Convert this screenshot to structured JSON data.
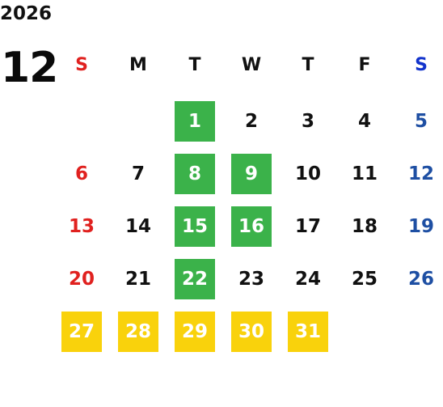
{
  "year": "2026",
  "month": "12",
  "colors": {
    "text": "#111111",
    "sunday": "#e0211f",
    "saturday": "#1e4fa3",
    "saturday_header": "#1233cc",
    "green": "#3bb24a",
    "yellow": "#f9d20c",
    "white": "#ffffff"
  },
  "weekdays": [
    "S",
    "M",
    "T",
    "W",
    "T",
    "F",
    "S"
  ],
  "weeks": [
    [
      {
        "day": ""
      },
      {
        "day": ""
      },
      {
        "day": "1",
        "highlight": "green"
      },
      {
        "day": "2"
      },
      {
        "day": "3"
      },
      {
        "day": "4"
      },
      {
        "day": "5"
      }
    ],
    [
      {
        "day": "6"
      },
      {
        "day": "7"
      },
      {
        "day": "8",
        "highlight": "green"
      },
      {
        "day": "9",
        "highlight": "green"
      },
      {
        "day": "10"
      },
      {
        "day": "11"
      },
      {
        "day": "12"
      }
    ],
    [
      {
        "day": "13"
      },
      {
        "day": "14"
      },
      {
        "day": "15",
        "highlight": "green"
      },
      {
        "day": "16",
        "highlight": "green"
      },
      {
        "day": "17"
      },
      {
        "day": "18"
      },
      {
        "day": "19"
      }
    ],
    [
      {
        "day": "20"
      },
      {
        "day": "21"
      },
      {
        "day": "22",
        "highlight": "green"
      },
      {
        "day": "23"
      },
      {
        "day": "24"
      },
      {
        "day": "25"
      },
      {
        "day": "26"
      }
    ],
    [
      {
        "day": "27",
        "highlight": "yellow"
      },
      {
        "day": "28",
        "highlight": "yellow"
      },
      {
        "day": "29",
        "highlight": "yellow"
      },
      {
        "day": "30",
        "highlight": "yellow"
      },
      {
        "day": "31",
        "highlight": "yellow"
      },
      {
        "day": ""
      },
      {
        "day": ""
      }
    ]
  ]
}
